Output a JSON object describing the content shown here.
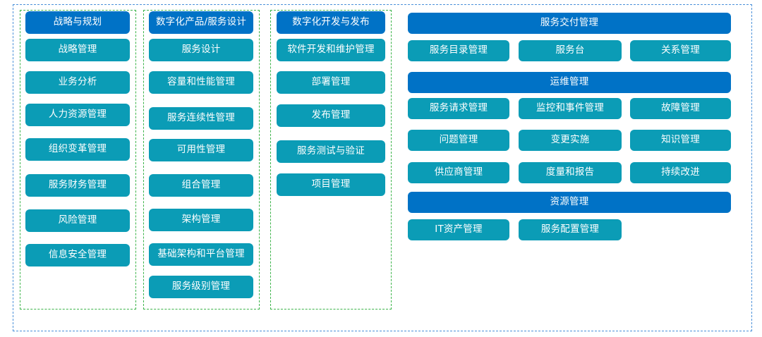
{
  "diagram": {
    "title_hidden": "",
    "colors": {
      "header_blue": "#0072c6",
      "item_teal": "#0b9cb6",
      "outer_frame": "#4a90d9",
      "inner_frame": "#3cb44a",
      "text": "#ffffff",
      "background": "#ffffff"
    },
    "columns": [
      {
        "header": "战略与规划",
        "items": [
          "战略管理",
          "业务分析",
          "人力资源管理",
          "组织变革管理",
          "服务财务管理",
          "风险管理",
          "信息安全管理"
        ]
      },
      {
        "header": "数字化产品/服务设计",
        "items": [
          "服务设计",
          "容量和性能管理",
          "服务连续性管理",
          "可用性管理",
          "组合管理",
          "架构管理",
          "基础架构和平台管理",
          "服务级别管理"
        ]
      },
      {
        "header": "数字化开发与发布",
        "items": [
          "软件开发和维护管理",
          "部署管理",
          "发布管理",
          "服务测试与验证",
          "项目管理"
        ]
      }
    ],
    "groups": [
      {
        "header": "服务交付管理",
        "items": [
          "服务目录管理",
          "服务台",
          "关系管理"
        ]
      },
      {
        "header": "运维管理",
        "items": [
          "服务请求管理",
          "监控和事件管理",
          "故障管理",
          "问题管理",
          "变更实施",
          "知识管理",
          "供应商管理",
          "度量和报告",
          "持续改进"
        ]
      },
      {
        "header": "资源管理",
        "items": [
          "IT资产管理",
          "服务配置管理"
        ]
      }
    ]
  }
}
